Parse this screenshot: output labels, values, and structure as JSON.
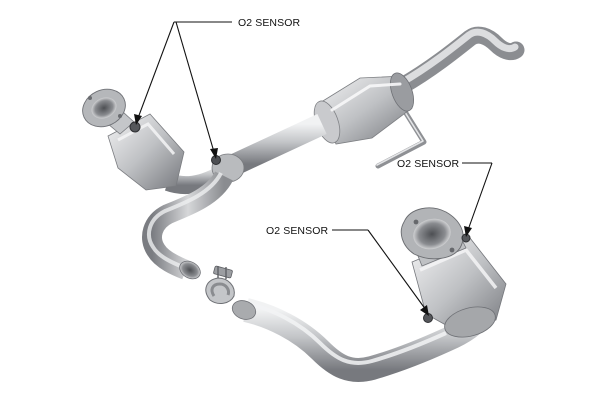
{
  "labels": {
    "top": "O2 SENSOR",
    "right": "O2 SENSOR",
    "lower": "O2 SENSOR"
  },
  "colors": {
    "metal": "#a7a9ad",
    "metal_light": "#d9dadc",
    "metal_dark": "#6e7075",
    "leader_line": "#111111"
  }
}
